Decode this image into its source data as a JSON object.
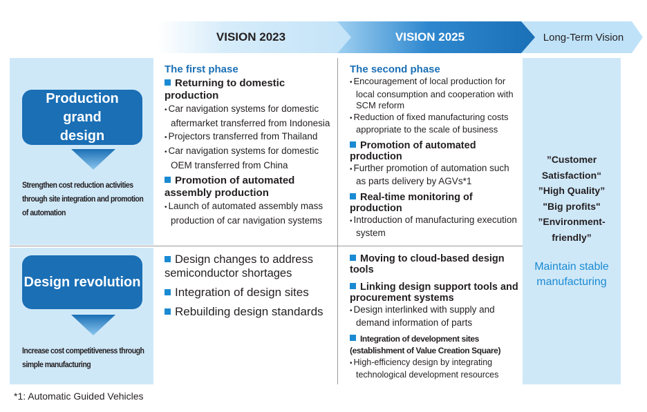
{
  "header": {
    "vision2023": "VISION 2023",
    "vision2025": "VISION 2025",
    "long_term": "Long-Term Vision",
    "colors": {
      "light": "#d9eefb",
      "dark": "#1a6fb5",
      "mid": "#b9ddf5"
    }
  },
  "left": {
    "production_title": "Production grand design",
    "production_note": "Strengthen cost reduction activities through site integration and promotion of automation",
    "design_title": "Design revolution",
    "design_note": "Increase cost competitiveness through simple manufacturing"
  },
  "v2023_prod": {
    "phase": "The first phase",
    "h1": "Returning to domestic production",
    "b1": "Car navigation systems for domestic aftermarket transferred from Indonesia",
    "b2": "Projectors transferred from Thailand",
    "b3": "Car navigation systems for domestic OEM transferred from China",
    "h2": "Promotion of automated assembly production",
    "b4": "Launch of automated assembly mass production of car navigation systems"
  },
  "v2023_design": {
    "i1": "Design changes to address semiconductor shortages",
    "i2": "Integration of design sites",
    "i3": "Rebuilding design standards"
  },
  "v2025_prod": {
    "phase": "The second phase",
    "b1": "Encouragement of local production for local consumption and cooperation with SCM reform",
    "b2": "Reduction of fixed manufacturing costs appropriate to the scale of business",
    "h1": "Promotion of automated production",
    "b3": "Further promotion of automation such as parts delivery by AGVs*1",
    "h2": "Real-time monitoring of production",
    "b4": "Introduction of manufacturing execution system"
  },
  "v2025_design": {
    "h1": "Moving to cloud-based design tools",
    "h2": "Linking design support tools and procurement systems",
    "b1": "Design interlinked with supply and demand information of parts",
    "h3": "Integration of development sites (establishment of Value Creation Square)",
    "b2": "High-efficiency design by integrating technological development resources"
  },
  "long_term": {
    "q1": "”Customer Satisfaction“",
    "q2": "”High Quality”",
    "q3": "\"Big profits\"",
    "q4": "”Environment-friendly”",
    "maintain": "Maintain stable manufacturing"
  },
  "footnote": "*1: Automatic Guided Vehicles"
}
